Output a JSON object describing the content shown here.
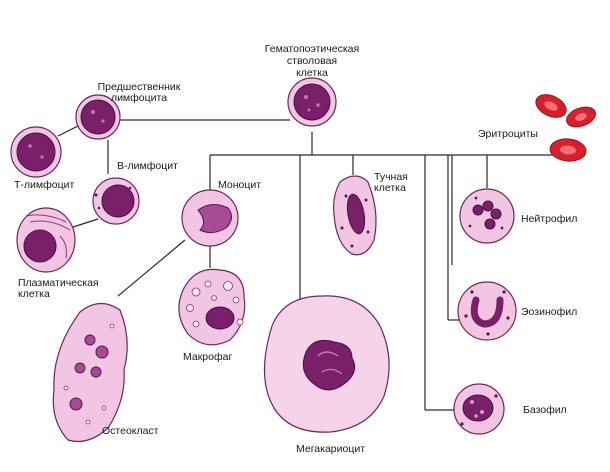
{
  "labels": {
    "stem_cell": [
      "Гематопоэтическая",
      "стволовая",
      "клетка"
    ],
    "lymphoid_precursor": [
      "Предшественник",
      "лимфоцита"
    ],
    "t_lymphocyte": "Т-лимфоцит",
    "b_lymphocyte": "В-лимфоцит",
    "plasma_cell": [
      "Плазматическая",
      "клетка"
    ],
    "monocyte": "Моноцит",
    "macrophage": "Макрофаг",
    "osteoclast": "Остеокласт",
    "megakaryocyte": "Мегакариоцит",
    "mast_cell": [
      "Тучная",
      "клетка"
    ],
    "erythrocytes": "Эритроциты",
    "neutrophil": "Нейтрофил",
    "eosinophil": "Эозинофил",
    "basophil": "Базофил"
  },
  "colors": {
    "cytoplasm": "#f2c6e3",
    "nucleus": "#7a1f6a",
    "erythrocyte": "#d8202c",
    "line": "#2a2a2a"
  }
}
